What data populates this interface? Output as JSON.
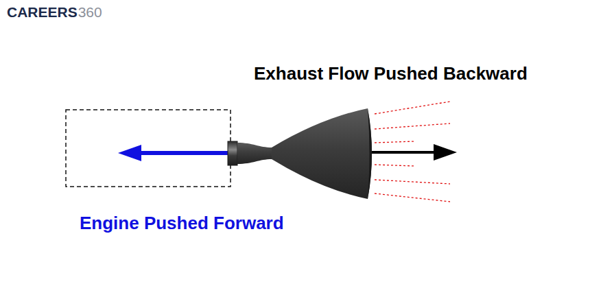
{
  "diagram": {
    "labels": [
      "CAREERS",
      "360",
      "Exhaust Flow Pushed Backward",
      "Engine Pushed Forward"
    ]
  }
}
